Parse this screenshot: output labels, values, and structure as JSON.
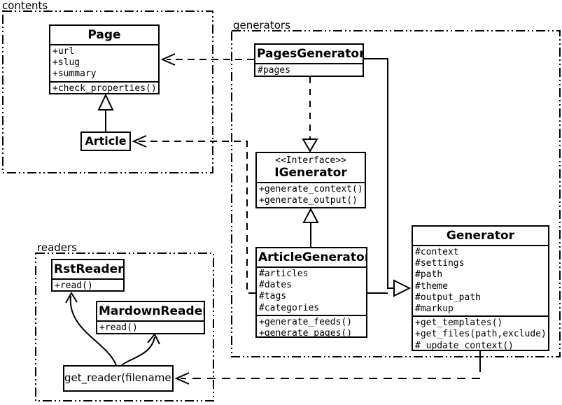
{
  "diagram_type": "uml-class-diagram",
  "colors": {
    "line": "#000000",
    "background": "#ffffff",
    "box_fill": "#ffffff",
    "text": "#000000"
  },
  "packages": {
    "contents": {
      "label": "contents"
    },
    "generators": {
      "label": "generators"
    },
    "readers": {
      "label": "readers"
    }
  },
  "classes": {
    "page": {
      "name": "Page",
      "attributes": [
        "+url",
        "+slug",
        "+summary"
      ],
      "methods": [
        "+check_properties()"
      ]
    },
    "article": {
      "name": "Article"
    },
    "pages_generator": {
      "name": "PagesGenerator",
      "attributes": [
        "#pages"
      ]
    },
    "igenerator": {
      "stereotype": "<<Interface>>",
      "name": "IGenerator",
      "methods": [
        "+generate_context()",
        "+generate_output()"
      ]
    },
    "article_generator": {
      "name": "ArticleGenerator",
      "attributes": [
        "#articles",
        "#dates",
        "#tags",
        "#categories"
      ],
      "methods": [
        "+generate_feeds()",
        "+generate_pages()"
      ]
    },
    "generator": {
      "name": "Generator",
      "attributes": [
        "#context",
        "#settings",
        "#path",
        "#theme",
        "#output_path",
        "#markup"
      ],
      "methods": [
        "+get_templates()",
        "+get_files(path,exclude)",
        "#_update_context()"
      ]
    },
    "rst_reader": {
      "name": "RstReader",
      "methods": [
        "+read()"
      ]
    },
    "mardown_reader": {
      "name": "MardownReader",
      "methods": [
        "+read()"
      ]
    },
    "get_reader": {
      "name": "get_reader(filename)"
    }
  },
  "relationships": [
    {
      "from": "Article",
      "to": "Page",
      "type": "generalization"
    },
    {
      "from": "PagesGenerator",
      "to": "Page",
      "type": "dependency"
    },
    {
      "from": "ArticleGenerator",
      "to": "Article",
      "type": "dependency"
    },
    {
      "from": "PagesGenerator",
      "to": "IGenerator",
      "type": "realization"
    },
    {
      "from": "ArticleGenerator",
      "to": "IGenerator",
      "type": "generalization"
    },
    {
      "from": "PagesGenerator",
      "to": "Generator",
      "type": "generalization"
    },
    {
      "from": "ArticleGenerator",
      "to": "Generator",
      "type": "generalization"
    },
    {
      "from": "Generator",
      "to": "get_reader(filename)",
      "type": "dependency"
    },
    {
      "from": "get_reader(filename)",
      "to": "RstReader",
      "type": "call-arrow"
    },
    {
      "from": "get_reader(filename)",
      "to": "MardownReader",
      "type": "call-arrow"
    }
  ]
}
